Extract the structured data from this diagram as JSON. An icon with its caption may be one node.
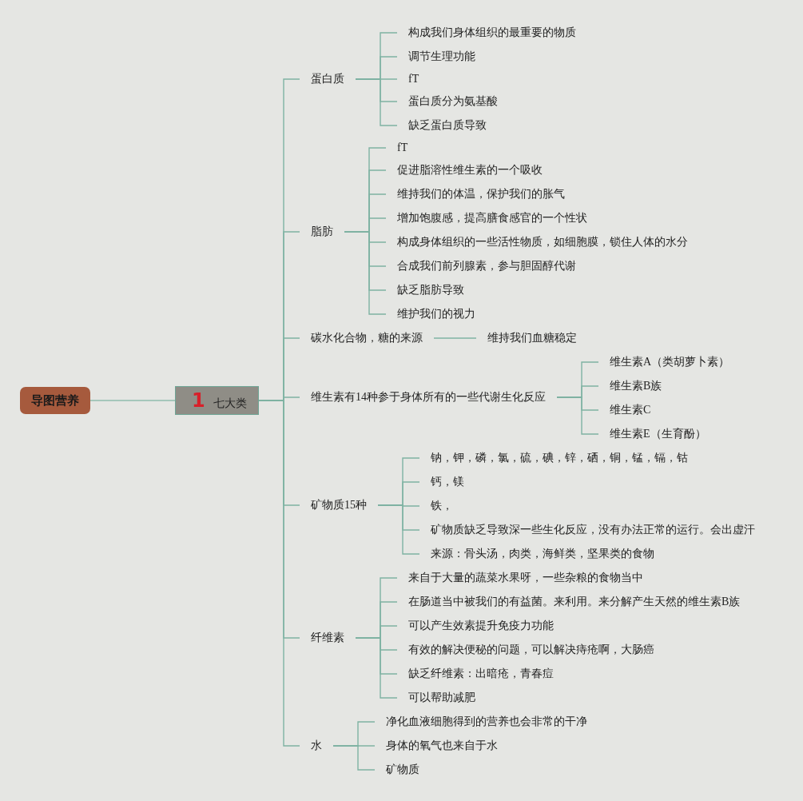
{
  "diagram": {
    "nodes": [
      {
        "text": [
          "导图营养"
        ]
      },
      {
        "text": [
          "1",
          "七大类"
        ]
      },
      {
        "text": [
          "蛋白质"
        ]
      },
      {
        "text": [
          "构成我们身体组织的最重要的物质"
        ]
      },
      {
        "text": [
          "调节生理功能"
        ]
      },
      {
        "text": [
          "fT"
        ]
      },
      {
        "text": [
          "蛋白质分为氨基酸"
        ]
      },
      {
        "text": [
          "缺乏蛋白质导致"
        ]
      },
      {
        "text": [
          "脂肪"
        ]
      },
      {
        "text": [
          "fT"
        ]
      },
      {
        "text": [
          "促进脂溶性维生素的一个吸收"
        ]
      },
      {
        "text": [
          "维持我们的体温，保护我们的胀气"
        ]
      },
      {
        "text": [
          "增加饱腹感，提高膳食感官的一个性状"
        ]
      },
      {
        "text": [
          "构成身体组织的一些活性物质，如细胞膜，锁住人体的水分"
        ]
      },
      {
        "text": [
          "合成我们前列腺素，参与胆固醇代谢"
        ]
      },
      {
        "text": [
          "缺乏脂肪导致"
        ]
      },
      {
        "text": [
          "维护我们的视力"
        ]
      },
      {
        "text": [
          "碳水化合物，糖的来源"
        ]
      },
      {
        "text": [
          "维持我们血糖稳定"
        ]
      },
      {
        "text": [
          "维生素有14种参于身体所有的一些代谢生化反应"
        ]
      },
      {
        "text": [
          "维生素A（类胡萝卜素）"
        ]
      },
      {
        "text": [
          "维生素B族"
        ]
      },
      {
        "text": [
          "维生素C"
        ]
      },
      {
        "text": [
          "维生素E（生育酚）"
        ]
      },
      {
        "text": [
          "矿物质15种"
        ]
      },
      {
        "text": [
          "钠，钾，磷，氯，硫，碘，锌，硒，铜，锰，镉，钴"
        ]
      },
      {
        "text": [
          "钙，镁"
        ]
      },
      {
        "text": [
          "铁，"
        ]
      },
      {
        "text": [
          "矿物质缺乏导致深一些生化反应，没有办法正常的运行。会出虚汗"
        ]
      },
      {
        "text": [
          "来源：骨头汤，肉类，海鲜类，坚果类的食物"
        ]
      },
      {
        "text": [
          "纤维素"
        ]
      },
      {
        "text": [
          "来自于大量的蔬菜水果呀，一些杂粮的食物当中"
        ]
      },
      {
        "text": [
          "在肠道当中被我们的有益菌。来利用。来分解产生天然的维生素B族"
        ]
      },
      {
        "text": [
          "可以产生效素提升免疫力功能"
        ]
      },
      {
        "text": [
          "有效的解决便秘的问题，可以解决痔疮啊，大肠癌"
        ]
      },
      {
        "text": [
          "缺乏纤维素：出暗疮，青春痘"
        ]
      },
      {
        "text": [
          "可以帮助减肥"
        ]
      },
      {
        "text": [
          "水"
        ]
      },
      {
        "text": [
          "净化血液细胞得到的营养也会非常的干净"
        ]
      },
      {
        "text": [
          "身体的氧气也来自于水"
        ]
      },
      {
        "text": [
          "矿物质"
        ]
      }
    ],
    "edges": [
      {
        "from": 0,
        "to": 1,
        "arrow": "none"
      },
      {
        "from": 1,
        "to": 2,
        "arrow": "none"
      },
      {
        "from": 2,
        "to": 3,
        "arrow": "none"
      },
      {
        "from": 2,
        "to": 4,
        "arrow": "none"
      },
      {
        "from": 2,
        "to": 5,
        "arrow": "none"
      },
      {
        "from": 2,
        "to": 6,
        "arrow": "none"
      },
      {
        "from": 2,
        "to": 7,
        "arrow": "none"
      },
      {
        "from": 1,
        "to": 8,
        "arrow": "none"
      },
      {
        "from": 8,
        "to": 9,
        "arrow": "none"
      },
      {
        "from": 8,
        "to": 10,
        "arrow": "none"
      },
      {
        "from": 8,
        "to": 11,
        "arrow": "none"
      },
      {
        "from": 8,
        "to": 12,
        "arrow": "none"
      },
      {
        "from": 8,
        "to": 13,
        "arrow": "none"
      },
      {
        "from": 8,
        "to": 14,
        "arrow": "none"
      },
      {
        "from": 8,
        "to": 15,
        "arrow": "none"
      },
      {
        "from": 8,
        "to": 16,
        "arrow": "none"
      },
      {
        "from": 1,
        "to": 17,
        "arrow": "none"
      },
      {
        "from": 17,
        "to": 18,
        "arrow": "none"
      },
      {
        "from": 1,
        "to": 19,
        "arrow": "none"
      },
      {
        "from": 19,
        "to": 20,
        "arrow": "none"
      },
      {
        "from": 19,
        "to": 21,
        "arrow": "none"
      },
      {
        "from": 19,
        "to": 22,
        "arrow": "none"
      },
      {
        "from": 19,
        "to": 23,
        "arrow": "none"
      },
      {
        "from": 1,
        "to": 24,
        "arrow": "none"
      },
      {
        "from": 24,
        "to": 25,
        "arrow": "none"
      },
      {
        "from": 24,
        "to": 26,
        "arrow": "none"
      },
      {
        "from": 24,
        "to": 27,
        "arrow": "none"
      },
      {
        "from": 24,
        "to": 28,
        "arrow": "none"
      },
      {
        "from": 24,
        "to": 29,
        "arrow": "none"
      },
      {
        "from": 1,
        "to": 30,
        "arrow": "none"
      },
      {
        "from": 30,
        "to": 31,
        "arrow": "none"
      },
      {
        "from": 30,
        "to": 32,
        "arrow": "none"
      },
      {
        "from": 30,
        "to": 33,
        "arrow": "none"
      },
      {
        "from": 30,
        "to": 34,
        "arrow": "none"
      },
      {
        "from": 30,
        "to": 35,
        "arrow": "none"
      },
      {
        "from": 30,
        "to": 36,
        "arrow": "none"
      },
      {
        "from": 1,
        "to": 37,
        "arrow": "none"
      },
      {
        "from": 37,
        "to": 38,
        "arrow": "none"
      },
      {
        "from": 37,
        "to": 39,
        "arrow": "none"
      },
      {
        "from": 37,
        "to": 40,
        "arrow": "none"
      }
    ]
  }
}
